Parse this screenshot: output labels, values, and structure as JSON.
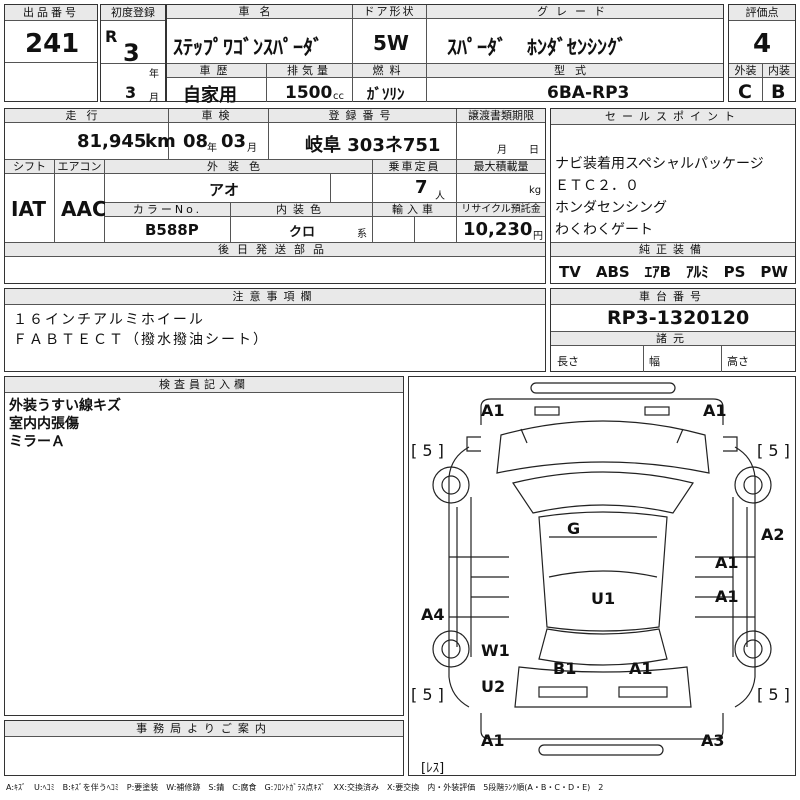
{
  "header": {
    "lot_label": "出品番号",
    "lot_no": "241",
    "first_reg_label": "初度登録",
    "era": "R",
    "year": "3",
    "year_unit": "年",
    "month": "3",
    "month_unit": "月",
    "car_name_label": "車名",
    "car_name": "ｽﾃｯﾌﾟﾜｺﾞﾝｽﾊﾟｰﾀﾞ",
    "door_label": "ドア形状",
    "door": "5W",
    "grade_label": "グレード",
    "grade": "ｽﾊﾟｰﾀﾞ　ﾎﾝﾀﾞｾﾝｼﾝｸﾞ",
    "score_label": "評価点",
    "score": "4",
    "history_label": "車歴",
    "history": "自家用",
    "displacement_label": "排気量",
    "displacement": "1500",
    "displacement_unit": "cc",
    "fuel_label": "燃料",
    "fuel": "ｶﾞｿﾘﾝ",
    "model_label": "型式",
    "model": "6BA-RP3",
    "ext_label": "外装",
    "ext_grade": "C",
    "int_label": "内装",
    "int_grade": "B"
  },
  "row2": {
    "mileage_label": "走行",
    "mileage": "81,945",
    "mileage_unit": "km",
    "inspection_label": "車検",
    "insp_year": "08",
    "insp_year_unit": "年",
    "insp_month": "03",
    "insp_month_unit": "月",
    "reg_label": "登録番号",
    "reg_no": "岐阜 303ネ751",
    "transfer_label": "譲渡書類期限",
    "transfer_month_unit": "月",
    "transfer_day_unit": "日",
    "shift_label": "シフト",
    "shift": "IAT",
    "ac_label": "エアコン",
    "ac": "AAC",
    "color_label": "外装色",
    "color": "アオ",
    "capacity_label": "乗車定員",
    "capacity": "7",
    "capacity_unit": "人",
    "load_label": "最大積載量",
    "load_unit": "kg",
    "color_no_label": "カラーNo.",
    "color_no": "B588P",
    "interior_color_label": "内装色",
    "interior_color": "クロ",
    "interior_unit": "系",
    "import_label": "輸入車",
    "recycle_label": "リサイクル預託金",
    "recycle": "10,230",
    "recycle_unit": "円",
    "later_label": "後日発送部品"
  },
  "sales": {
    "label": "セールスポイント",
    "lines": [
      "ナビ装着用スペシャルパッケージ",
      "ＥＴＣ２．０",
      "ホンダセンシング",
      "わくわくゲート"
    ],
    "equipment_label": "純正装備",
    "equipment": "TV　ABS　ｴｱB　ｱﾙﾐ　PS　PW"
  },
  "notes": {
    "label": "注意事項欄",
    "lines": [
      "１６インチアルミホイール",
      "ＦＡＢＴＥＣＴ（撥水撥油シート）"
    ]
  },
  "chassis": {
    "label": "車台番号",
    "number": "RP3-1320120",
    "spec_label": "諸元",
    "length_label": "長さ",
    "width_label": "幅",
    "height_label": "高さ"
  },
  "inspector": {
    "label": "検査員記入欄",
    "lines": [
      "外装うすい線キズ",
      "室内内張傷",
      "ミラーＡ"
    ]
  },
  "office": {
    "label": "事務局よりご案内"
  },
  "diagram": {
    "marks": {
      "front_left": "A1",
      "front_right": "A1",
      "roof": "G",
      "center": "U1",
      "right_upper": "A2",
      "right_mid1": "A1",
      "right_mid2": "A1",
      "left_door": "A4",
      "left_w": "W1",
      "left_u": "U2",
      "rear_b": "B1",
      "rear_a": "A1",
      "rear_left": "A1",
      "rear_right": "A3",
      "tire_fl": "[ 5 ]",
      "tire_fr": "[ 5 ]",
      "tire_rl": "[ 5 ]",
      "tire_rr": "[ 5 ]",
      "spare": "[ﾚｽ]"
    }
  },
  "legend": "A:ｷｽﾞ　U:ﾍｺﾐ　B:ｷｽﾞを伴うﾍｺﾐ　P:要塗装　W:補修跡　S:錆　C:腐食　G:ﾌﾛﾝﾄｶﾞﾗｽ点ｷｽﾞ　XX:交換済み　X:要交換　内・外装評価　5段階ﾗﾝｸ順(A・B・C・D・E)　2"
}
